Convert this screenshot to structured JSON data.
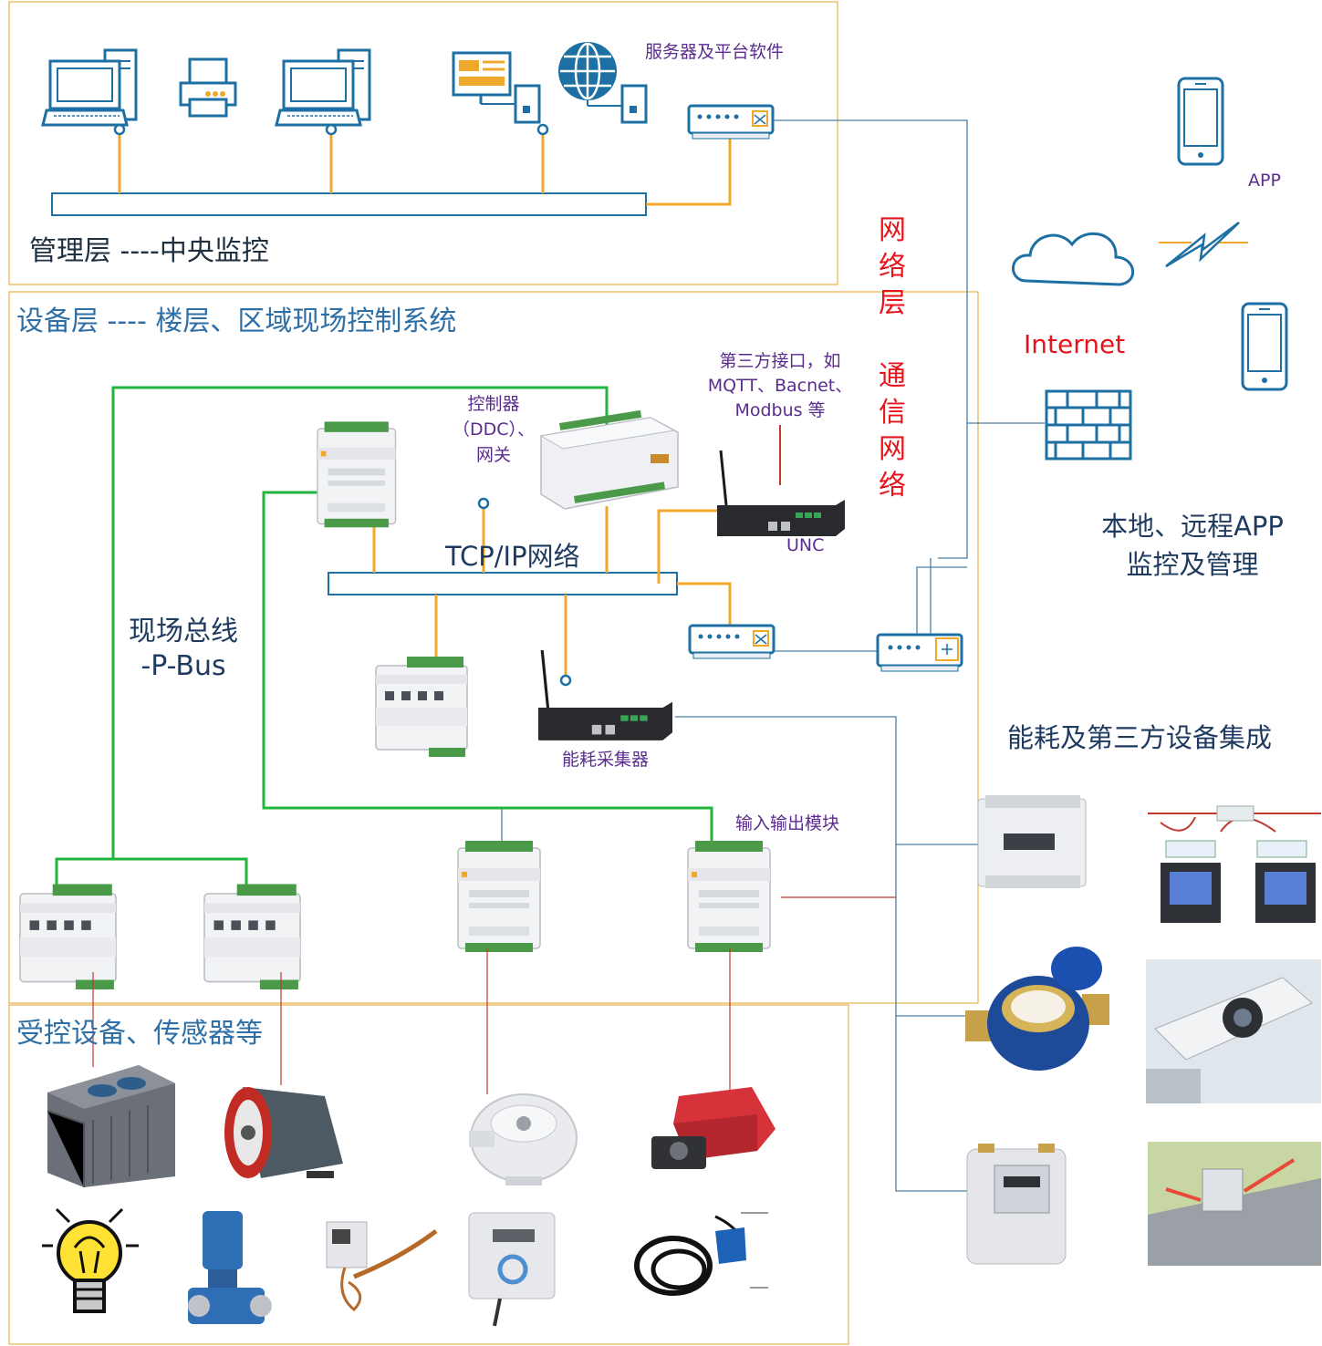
{
  "layers": {
    "management": "管理层 ----中央监控",
    "device": "设备层 ---- 楼层、区域现场控制系统",
    "controlled": "受控设备、传感器等"
  },
  "labels": {
    "server_software": "服务器及平台软件",
    "network_layer": "网络层",
    "comm_network": "通信网络",
    "internet": "Internet",
    "app": "APP",
    "third_party_interface": [
      "第三方接口，如",
      "MQTT、Bacnet、",
      "Modbus 等"
    ],
    "controller": [
      "控制器",
      "（DDC）、",
      "网关"
    ],
    "unc": "UNC",
    "tcpip": "TCP/IP网络",
    "fieldbus": [
      "现场总线",
      "-P-Bus"
    ],
    "energy_collector": "能耗采集器",
    "io_module": "输入输出模块",
    "remote_app": [
      "本地、远程APP",
      "监控及管理"
    ],
    "energy_integration": "能耗及第三方设备集成"
  },
  "colors": {
    "bus_line": "#f0a82c",
    "fieldbus_line": "#22b43c",
    "network_line": "#4a7fa5",
    "signal_line": "#c0392b",
    "icon_blue": "#1e6fa3",
    "layer_border": "#e8b04a",
    "network_text": "#e8141b",
    "purple_text": "#5b2c8f"
  }
}
